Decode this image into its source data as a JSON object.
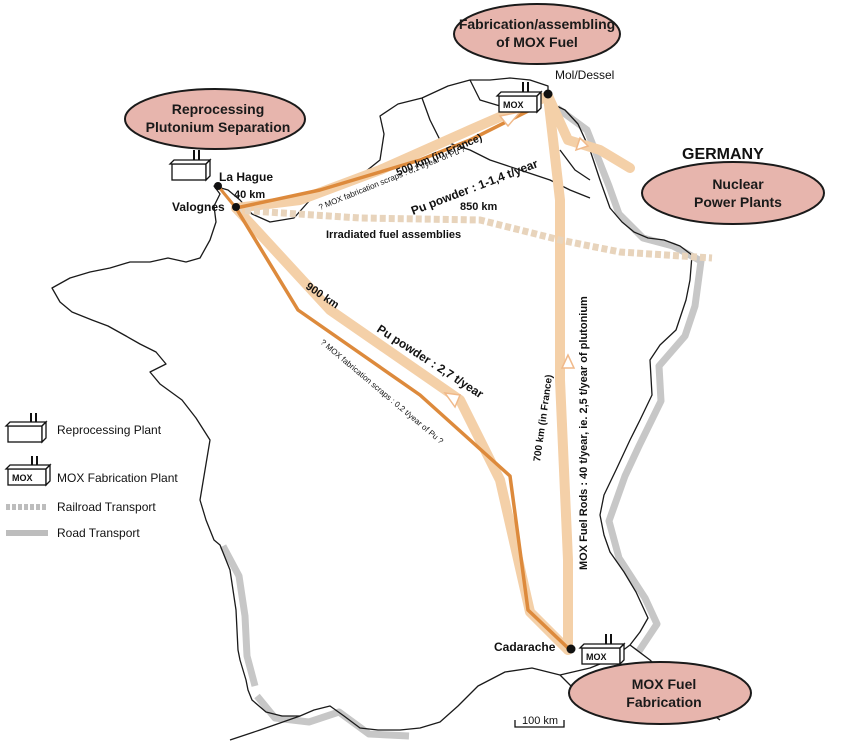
{
  "colors": {
    "background": "#ffffff",
    "land_shadow": "#c7c7c7",
    "border_line": "#1a1a1a",
    "bubble_fill": "#e7b5ad",
    "bubble_stroke": "#1a1a1a",
    "pu_route": "#dd8a3c",
    "fuel_route": "#f4d0a8",
    "rail": "#e8d4bc",
    "legend_rail": "#bdbdbd",
    "legend_road": "#bdbdbd",
    "city_dot": "#111111"
  },
  "bubbles": {
    "fabrication": {
      "line1": "Fabrication/assembling",
      "line2": "of MOX Fuel"
    },
    "reprocessing": {
      "line1": "Reprocessing",
      "line2": "Plutonium Separation"
    },
    "npp": {
      "line1": "Nuclear",
      "line2": "Power Plants"
    },
    "mox_fab": {
      "line1": "MOX Fuel",
      "line2": "Fabrication"
    }
  },
  "country": {
    "germany": "GERMANY"
  },
  "cities": {
    "la_hague": "La Hague",
    "valognes": "Valognes",
    "mol_dessel": "Mol/Dessel",
    "cadarache": "Cadarache"
  },
  "plant_icons": {
    "mox": "MOX"
  },
  "route_labels": {
    "km40": "40 km",
    "km500": "500 km (in France)",
    "scraps_north": "? MOX fabrication scraps : 0,1 t/year of Pu ?",
    "pu_north": "Pu powder : 1-1,4 t/year",
    "km850": "850 km",
    "irradiated": "Irradiated fuel assemblies",
    "km900": "900 km",
    "pu_south": "Pu powder : 2,7 t/year",
    "scraps_south": "? MOX fabrication scraps : 0,2 t/year of Pu ?",
    "km700": "700 km (in France)",
    "mox_rods": "MOX Fuel Rods : 40 t/year, ie. 2,5 t/year of plutonium"
  },
  "legend": {
    "reprocessing": "Reprocessing Plant",
    "mox_plant": "MOX Fabrication Plant",
    "rail": "Railroad Transport",
    "road": "Road Transport"
  },
  "scale": {
    "label": "100 km"
  }
}
